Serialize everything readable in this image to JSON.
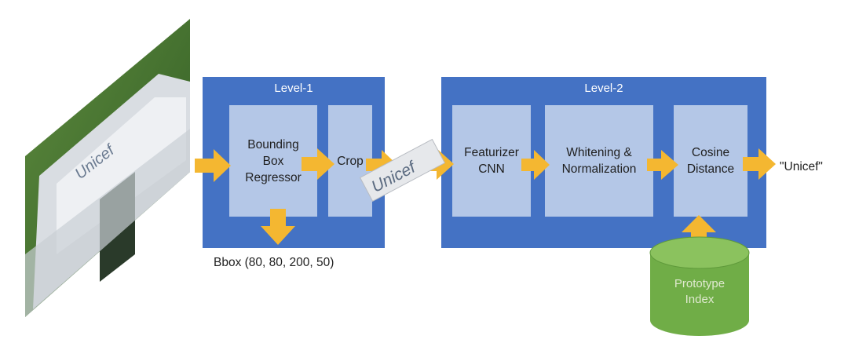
{
  "level1": {
    "title": "Level-1",
    "bbox_regressor": "Bounding\nBox\nRegressor",
    "crop": "Crop",
    "bbox_output": "Bbox (80, 80, 200, 50)"
  },
  "level2": {
    "title": "Level-2",
    "featurizer": "Featurizer\nCNN",
    "whitening": "Whitening &\nNormalization",
    "cosine": "Cosine\nDistance"
  },
  "prototype_index": "Prototype\nIndex",
  "result": "\"Unicef\"",
  "photo_text": "Unicef",
  "colors": {
    "panel": "#4472c4",
    "box": "#b4c7e7",
    "arrow": "#f4b731",
    "cylinder": "#70ad47"
  }
}
